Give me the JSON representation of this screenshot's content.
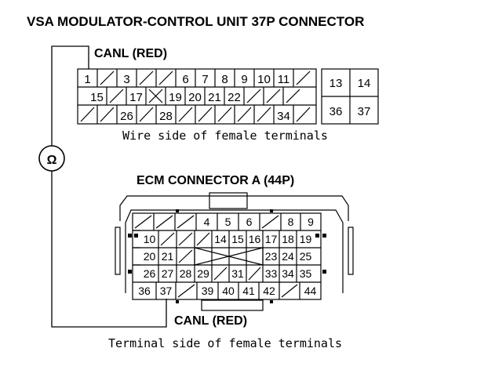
{
  "title": "VSA MODULATOR-CONTROL UNIT 37P CONNECTOR",
  "vsa_wire_label": "CANL (RED)",
  "vsa_caption": "Wire side of female terminals",
  "vsa_pins": [
    "1",
    "3",
    "6",
    "7",
    "8",
    "9",
    "10",
    "11",
    "13",
    "14",
    "15",
    "17",
    "19",
    "20",
    "21",
    "22",
    "26",
    "28",
    "34",
    "36",
    "37"
  ],
  "meter_symbol": "Ω",
  "ecm_title": "ECM CONNECTOR A (44P)",
  "ecm_wire_label": "CANL (RED)",
  "ecm_caption": "Terminal side of female terminals",
  "ecm_pins": [
    "4",
    "5",
    "6",
    "8",
    "9",
    "10",
    "14",
    "15",
    "16",
    "17",
    "18",
    "19",
    "20",
    "21",
    "23",
    "24",
    "25",
    "26",
    "27",
    "28",
    "29",
    "31",
    "33",
    "34",
    "35",
    "36",
    "37",
    "39",
    "40",
    "41",
    "42",
    "44"
  ]
}
